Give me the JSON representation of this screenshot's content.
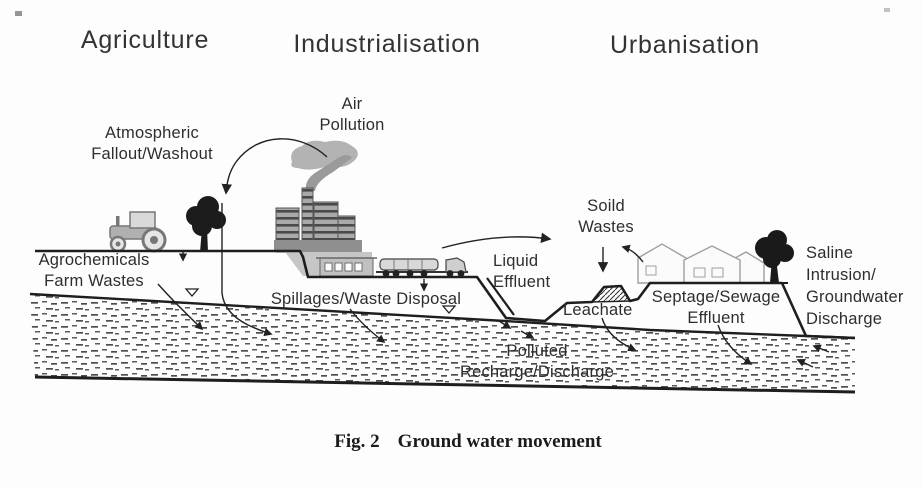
{
  "diagram": {
    "section_titles": {
      "agriculture": "Agriculture",
      "industrialisation": "Industrialisation",
      "urbanisation": "Urbanisation"
    },
    "labels": {
      "air_pollution": "Air\nPollution",
      "atmospheric_fallout": "Atmospheric\nFallout/Washout",
      "agrochemicals": "Agrochemicals\nFarm Wastes",
      "spillages": "Spillages/Waste Disposal",
      "liquid_effluent": "Liquid\nEffluent",
      "solid_wastes": "Soild\nWastes",
      "leachate": "Leachate",
      "septage": "Septage/Sewage\nEffluent",
      "saline_intrusion": "Saline\nIntrusion/\nGroundwater\nDischarge",
      "polluted_recharge": "Polluted\nRecharge/Discharge"
    },
    "caption": {
      "fig": "Fig. 2",
      "title": "Ground water movement"
    },
    "icons": {
      "water_table_symbol": "▽",
      "flow_arrow": "→",
      "tractor": "tractor-icon",
      "tree": "tree-icon",
      "factory": "factory-icon",
      "smoke_cloud": "smoke-icon",
      "warehouse": "warehouse-icon",
      "tanker_truck": "tanker-truck-icon",
      "landfill_mound": "landfill-mound-icon",
      "houses": "house-icon"
    },
    "colors": {
      "ink": "#222222",
      "aquifer_dash": "#4d4d4d",
      "gray_fill": "#a9a9a9",
      "light_outline": "#9f9f9f",
      "paper": "#fdfdfd"
    }
  }
}
